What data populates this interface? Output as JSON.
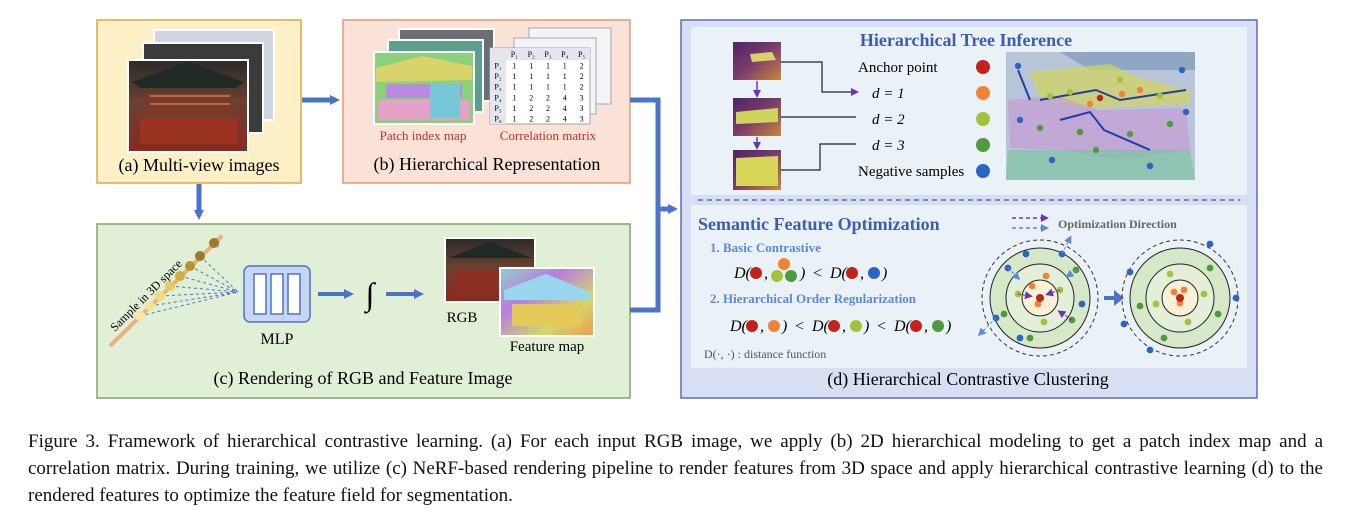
{
  "panels": {
    "a": {
      "title": "(a) Multi-view  images"
    },
    "b": {
      "title": "(b) Hierarchical Representation",
      "patch_label": "Patch index map",
      "corr_label": "Correlation matrix",
      "matrix": {
        "headers": [
          "P₁",
          "P₂",
          "P₃",
          "P₄",
          "P₅"
        ],
        "rows": [
          [
            "P₁",
            "1",
            "1",
            "1",
            "1",
            "2"
          ],
          [
            "P₂",
            "1",
            "1",
            "1",
            "1",
            "2"
          ],
          [
            "P₃",
            "1",
            "1",
            "1",
            "1",
            "2"
          ],
          [
            "P₄",
            "1",
            "2",
            "2",
            "4",
            "3"
          ],
          [
            "P₅",
            "1",
            "2",
            "2",
            "4",
            "3"
          ],
          [
            "P₆",
            "1",
            "2",
            "2",
            "4",
            "3"
          ]
        ]
      }
    },
    "c": {
      "title": "(c) Rendering of RGB and Feature Image",
      "sample_label": "Sample in 3D space",
      "mlp_label": "MLP",
      "integral": "∫",
      "rgb_label": "RGB",
      "feature_label": "Feature map"
    },
    "d": {
      "title": "(d) Hierarchical Contrastive Clustering",
      "hti_title": "Hierarchical Tree Inference",
      "legend": [
        {
          "label": "Anchor point",
          "color": "#c0221c"
        },
        {
          "label": "d = 1",
          "color": "#ef8436"
        },
        {
          "label": "d = 2",
          "color": "#a3c43a"
        },
        {
          "label": "d = 3",
          "color": "#4f9a3c"
        },
        {
          "label": "Negative samples",
          "color": "#2b64c7"
        }
      ],
      "sfo_title": "Semantic Feature Optimization",
      "basic_title": "1. Basic Contrastive",
      "hier_title": "2. Hierarchical Order Regularization",
      "dist_note": "D(·, ·) : distance function",
      "opt_dir": "Optimization Direction",
      "eq_D": "D(",
      "eq_comma": ",",
      "eq_close": ")",
      "eq_lt": "<"
    }
  },
  "caption": "Figure 3. Framework of hierarchical contrastive learning. (a) For each input RGB image, we apply (b) 2D hierarchical modeling to get a patch index map and a correlation matrix. During training, we utilize (c) NeRF-based rendering pipeline to render features from 3D space and apply hierarchical contrastive learning (d) to the rendered features to optimize the feature field for segmentation.",
  "colors": {
    "arrow": "#4a73c9",
    "anchor": "#c0221c",
    "d1": "#ef8436",
    "d2": "#a3c43a",
    "d3": "#4f9a3c",
    "neg": "#2b64c7"
  }
}
